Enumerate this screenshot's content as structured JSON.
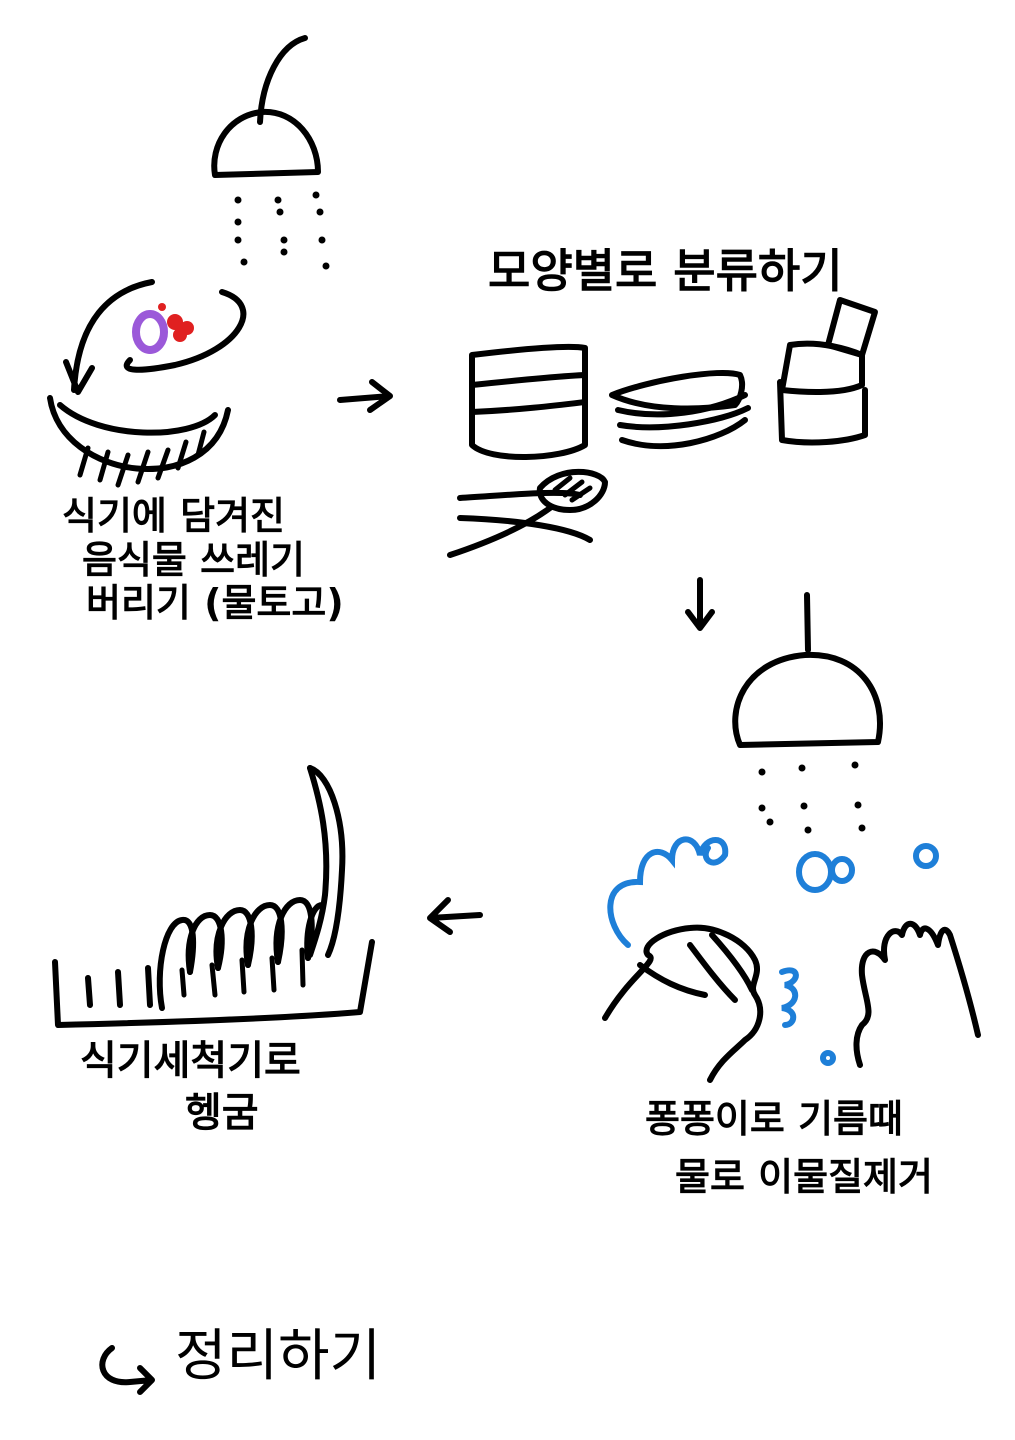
{
  "steps": {
    "scrape": {
      "line1": "식기에 담겨진",
      "line2": "음식물 쓰레기",
      "line3": "버리기 (물토고)"
    },
    "sort": {
      "label": "모양별로 분류하기"
    },
    "wash": {
      "line1": "퐁퐁이로 기름때",
      "line2": "물로 이물질제거"
    },
    "dishwasher": {
      "line1": "식기세척기로",
      "line2": "헹굼"
    },
    "tidy": {
      "label": "정리하기"
    }
  },
  "colors": {
    "ink": "#000000",
    "food_purple": "#9B59D9",
    "food_red": "#E02020",
    "bubbles": "#1E7FD8"
  },
  "icons": [
    "shower-head-icon",
    "bowl-icon",
    "stacked-bowls-icon",
    "stacked-plates-icon",
    "stacked-cups-icon",
    "chopsticks-spoon-icon",
    "hands-icon",
    "bubbles-icon",
    "dish-rack-icon",
    "arrow-icon"
  ]
}
